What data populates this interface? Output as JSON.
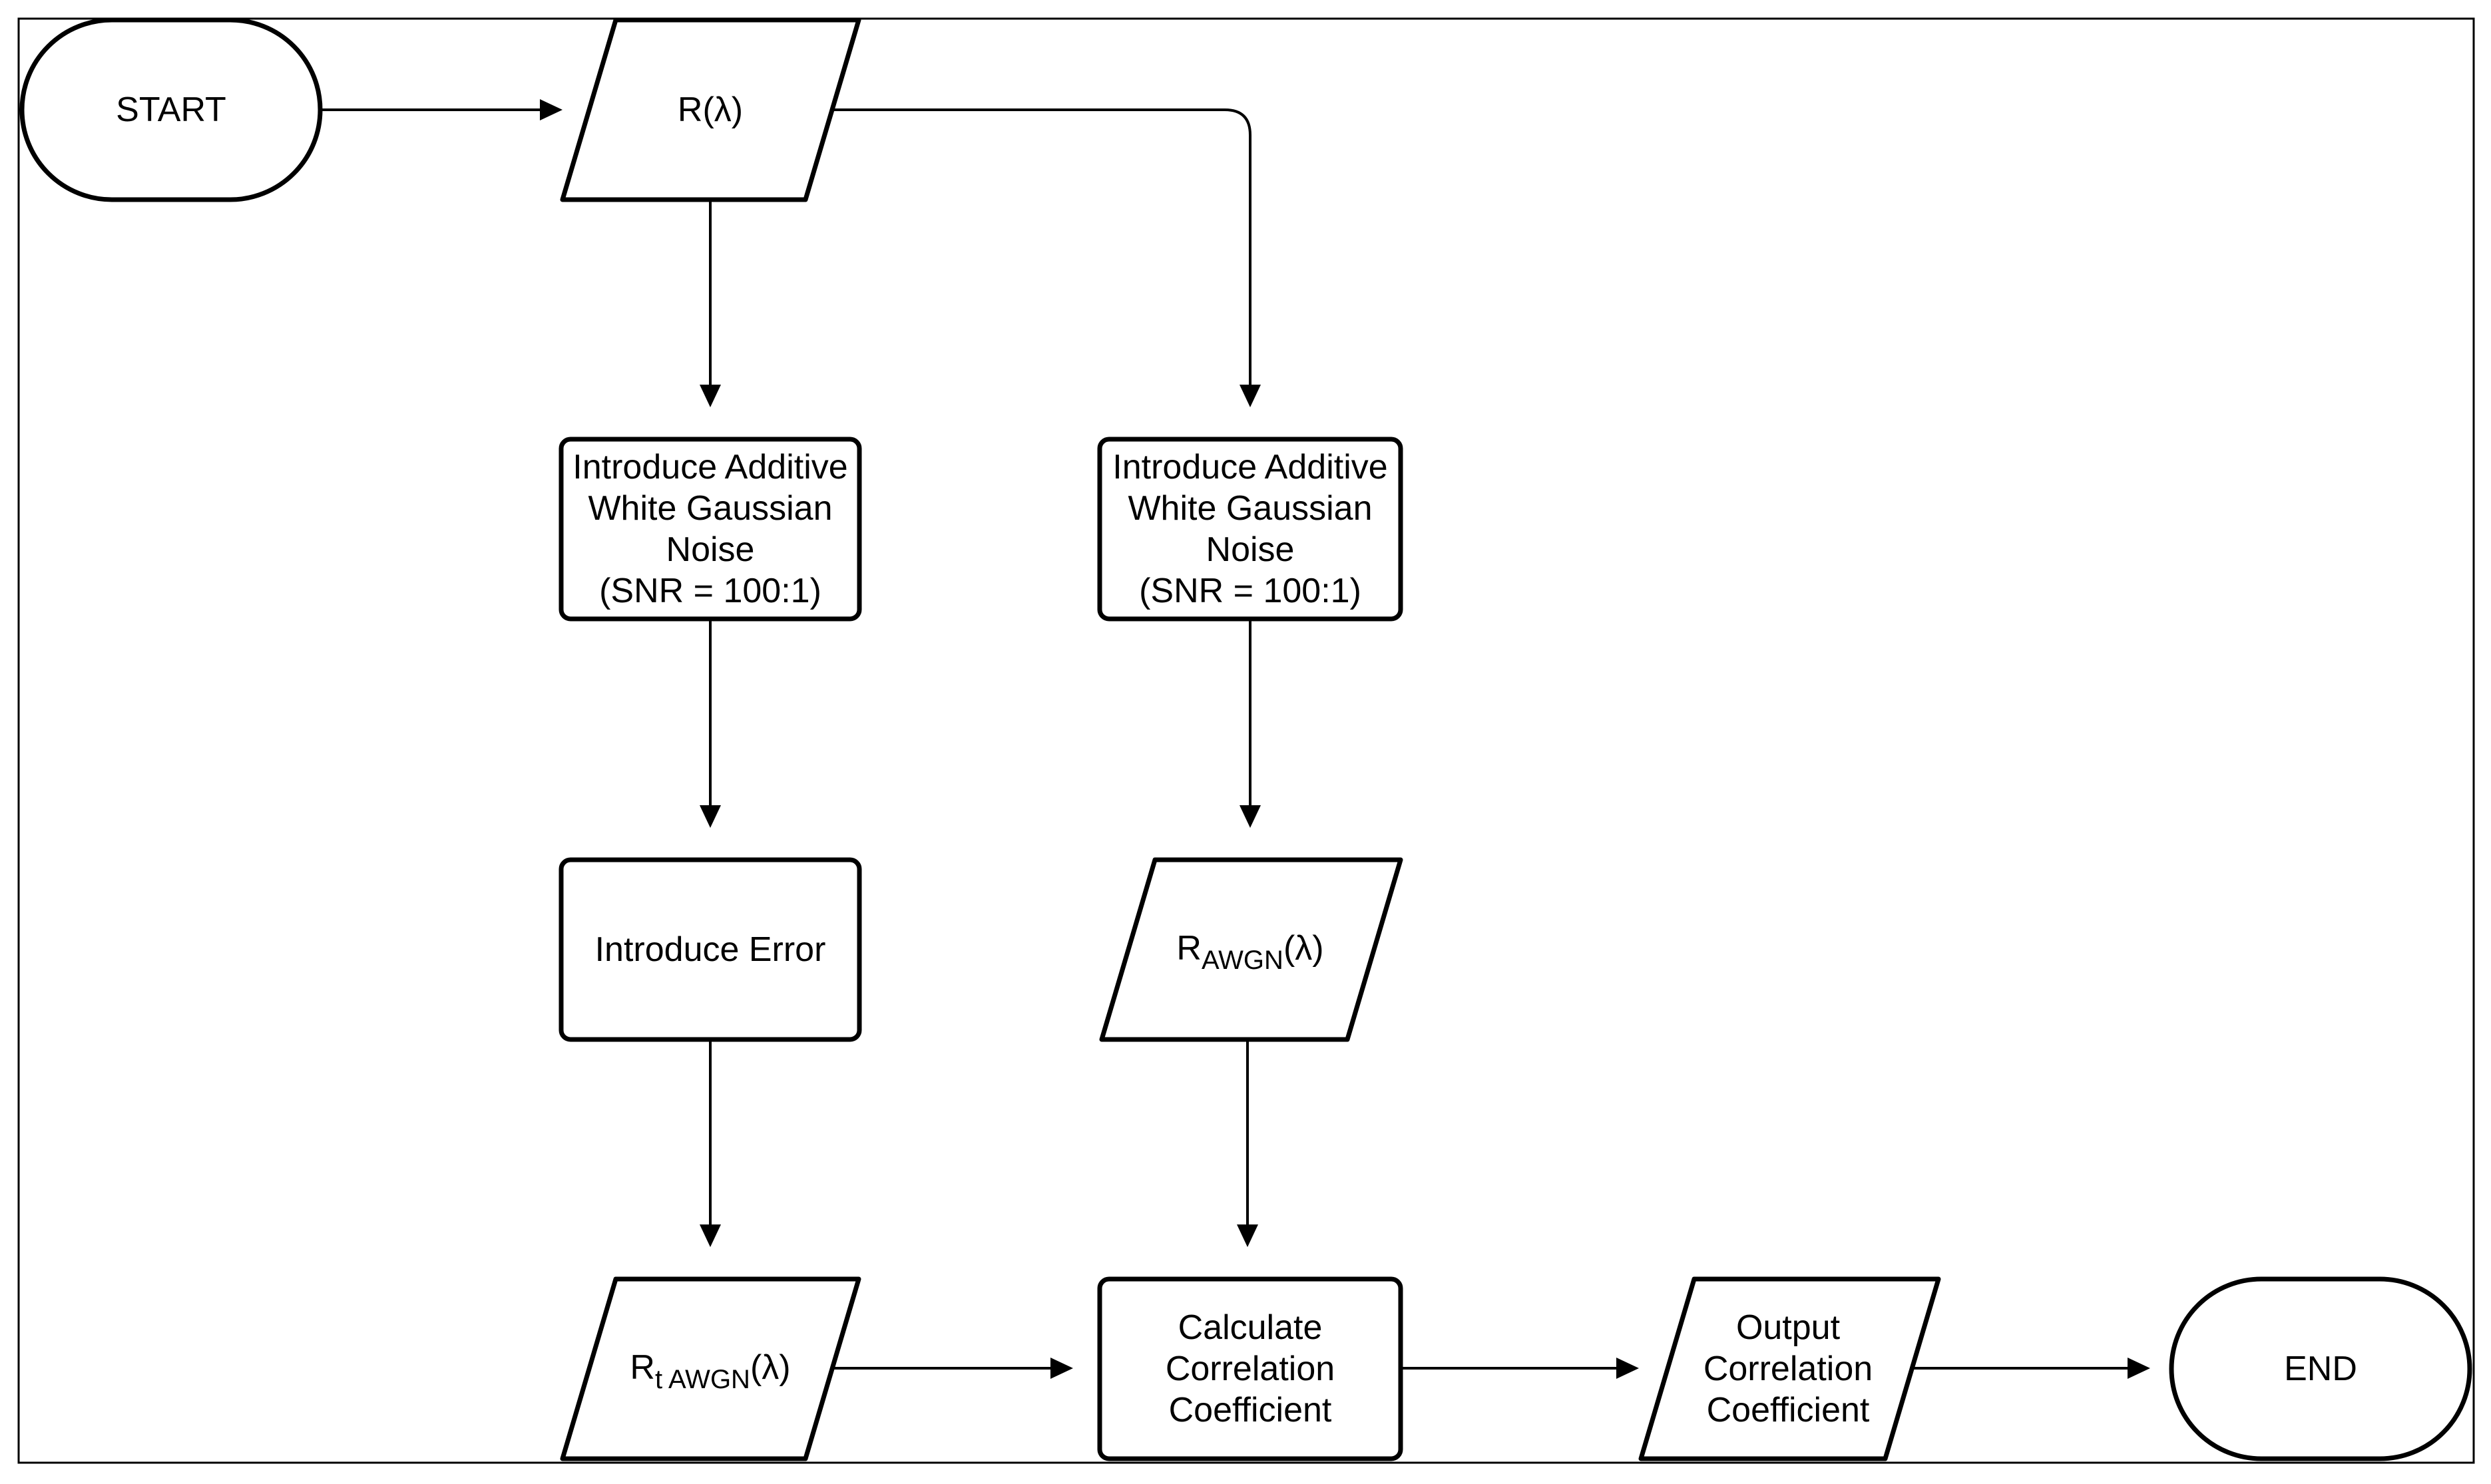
{
  "nodes": {
    "start": {
      "label": "START"
    },
    "input_r": {
      "label": "R(λ)"
    },
    "awgn_left": {
      "lines": [
        "Introduce Additive",
        "White Gaussian",
        "Noise",
        "(SNR = 100:1)"
      ]
    },
    "awgn_right": {
      "lines": [
        "Introduce Additive",
        "White Gaussian",
        "Noise",
        "(SNR = 100:1)"
      ]
    },
    "introduce_error": {
      "label": "Introduce Error"
    },
    "r_awgn": {
      "base": "R",
      "sub": "AWGN",
      "tail": "(λ)"
    },
    "rt_awgn": {
      "base": "R",
      "sub": "t AWGN",
      "tail": "(λ)"
    },
    "calc_corr": {
      "lines": [
        "Calculate",
        "Correlation",
        "Coefficient"
      ]
    },
    "output_corr": {
      "lines": [
        "Output",
        "Correlation",
        "Coefficient"
      ]
    },
    "end": {
      "label": "END"
    }
  },
  "edges": [
    {
      "from": "start",
      "to": "input_r"
    },
    {
      "from": "input_r",
      "to": "awgn_left"
    },
    {
      "from": "input_r",
      "to": "awgn_right"
    },
    {
      "from": "awgn_left",
      "to": "introduce_error"
    },
    {
      "from": "awgn_right",
      "to": "r_awgn"
    },
    {
      "from": "introduce_error",
      "to": "rt_awgn"
    },
    {
      "from": "r_awgn",
      "to": "calc_corr"
    },
    {
      "from": "rt_awgn",
      "to": "calc_corr"
    },
    {
      "from": "calc_corr",
      "to": "output_corr"
    },
    {
      "from": "output_corr",
      "to": "end"
    }
  ]
}
